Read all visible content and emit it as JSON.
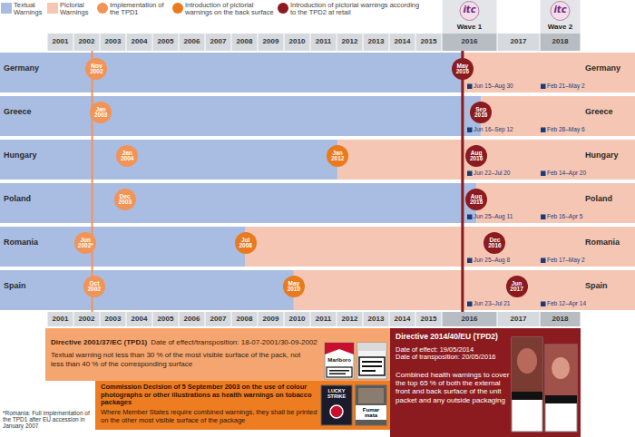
{
  "diagram": {
    "nodes": [
      {
        "text": [
          "Germany",
          "Germany"
        ]
      },
      {
        "text": [
          "Nov 2002"
        ],
        "in": 0
      },
      {
        "text": [
          "May 2016"
        ],
        "in": 0
      },
      {
        "text": [
          "Greece",
          "Greece"
        ]
      },
      {
        "text": [
          "Jan 2003"
        ],
        "in": 3
      },
      {
        "text": [
          "Sep 2016"
        ],
        "in": 3
      },
      {
        "text": [
          "Hungary",
          "Hungary"
        ]
      },
      {
        "text": [
          "Jan 2004"
        ],
        "in": 6
      },
      {
        "text": [
          "Jan 2012"
        ],
        "in": 6
      },
      {
        "text": [
          "Aug 2016"
        ],
        "in": 6
      },
      {
        "text": [
          "Poland",
          "Poland"
        ]
      },
      {
        "text": [
          "Dec 2003"
        ],
        "in": 10
      },
      {
        "text": [
          "Aug 2016"
        ],
        "in": 10
      },
      {
        "text": [
          "Romania",
          "Romania"
        ]
      },
      {
        "text": [
          "Jun 2002*"
        ],
        "in": 13
      },
      {
        "text": [
          "Jul 2008"
        ],
        "in": 13
      },
      {
        "text": [
          "Dec 2016"
        ],
        "in": 13
      },
      {
        "text": [
          "Spain",
          "Spain"
        ]
      },
      {
        "text": [
          "Oct 2002"
        ],
        "in": 17
      },
      {
        "text": [
          "May 2010"
        ],
        "in": 17
      },
      {
        "text": [
          "Jun 2017"
        ],
        "in": 17
      },
      {
        "text": [
          "Directive 2001/37/EC (TPD1)",
          "Date of effect/transposition: 18-07-2001/30-09-2002",
          "Textual warning not less than 30 % of the most visible surface of the pack, not less than 40 % of the corresponding surface"
        ]
      },
      {
        "text": [
          "Commission Decision of 5 September 2003 on the use of colour photographs or other illustrations as health warnings on tobacco packages",
          "Where Member States require combined warnings, they shall be printed on the other most visible surface of the package"
        ]
      },
      {
        "text": [
          "Directive 2014/40/EU (TPD2)",
          "Date of effect: 19/05/2014",
          "Date of transposition: 20/05/2016",
          "Combined health warnings to cover the top 65 % of both the external front and back surface of the unit packet and any outside packaging"
        ]
      }
    ],
    "labels": [
      "itc",
      "Wave 1",
      "itc",
      "Wave 2",
      "2001",
      "2002",
      "2003",
      "2004",
      "2005",
      "2006",
      "2007",
      "2008",
      "2009",
      "2010",
      "2011",
      "2012",
      "2013",
      "2014",
      "2015",
      "2016",
      "2017",
      "2018",
      "Jun 15–Aug 30",
      "Feb 21–May 2",
      "Jun 16–Sep 12",
      "Feb 28–May 6",
      "Jun 22–Jul 20",
      "Feb 14–Apr 20",
      "Jun 25–Aug 11",
      "Feb 16–Apr 5",
      "Jun 25–Aug 8",
      "Feb 17–May 2",
      "Jun 23–Jul 21",
      "Feb 12–Apr 14",
      "2001",
      "2002",
      "2003",
      "2004",
      "2005",
      "2006",
      "2007",
      "2008",
      "2009",
      "2010",
      "2011",
      "2012",
      "2013",
      "2014",
      "2015",
      "2016",
      "2017",
      "2018",
      "Marlboro",
      "LUCKY STRIKE",
      "Fumar mata",
      "*Romania: Full implementation of the TPD1 after EU accession in January 2007"
    ],
    "legend": [
      {
        "text": "Textual Warnings",
        "color": "#a9bde3"
      },
      {
        "text": "Pictorial Warnings",
        "color": "#f5c6b3"
      },
      {
        "text": "Implementation of the TPD1",
        "color": "#f29457"
      },
      {
        "text": "Introduction of pictorial warnings on the back surface",
        "color": "#ea7a1e"
      },
      {
        "text": "Introduction of pictorial warnings according to the TPD2 at retail",
        "color": "#8c1b20"
      }
    ]
  }
}
